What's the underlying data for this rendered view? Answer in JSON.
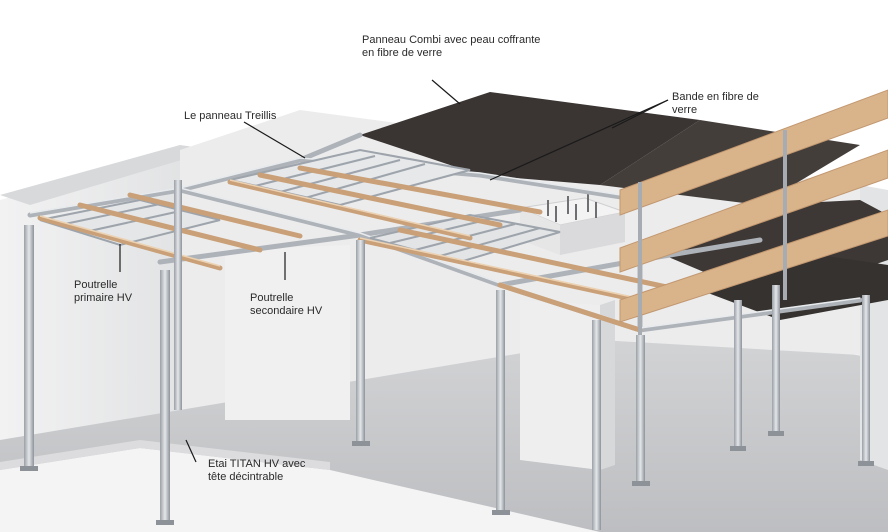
{
  "labels": {
    "panneau_combi": "Panneau Combi avec peau coffrante\n en fibre de verre",
    "bande_fibre": "Bande en fibre de\nverre",
    "panneau_treillis": "Le panneau Treillis",
    "poutrelle_primaire": "Poutrelle\nprimaire HV",
    "poutrelle_secondaire": "Poutrelle\nsecondaire HV",
    "etai_titan": "Etai TITAN HV avec\ntête décintrable"
  },
  "colors": {
    "wall": "#e9e9ea",
    "floor": "#c8c9cb",
    "panel_dark": "#3a3533",
    "timber": "#d9b48a",
    "steel": "#b9bec4",
    "text": "#2a2a2a"
  }
}
